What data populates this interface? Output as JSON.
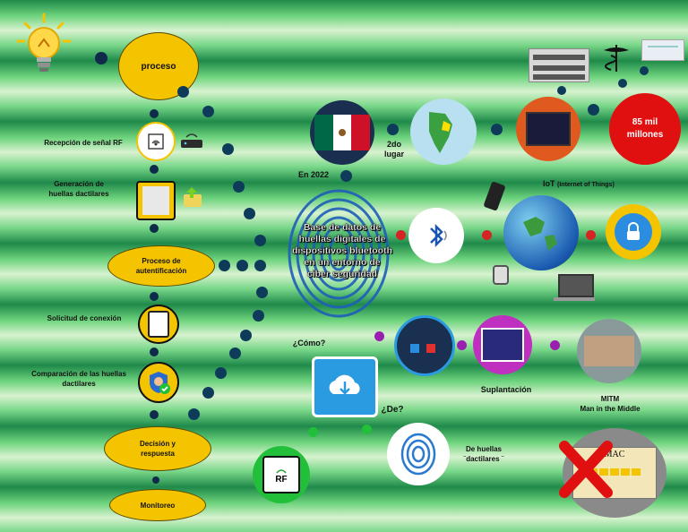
{
  "left_flow": {
    "proceso": "proceso",
    "recepcion": "Recepción de señal RF",
    "generacion": "Generación de huellas dactilares",
    "proceso_aut": "Proceso de autentificación",
    "solicitud": "Solicitud de conexión",
    "comparacion": "Comparación de las huellas dactilares",
    "decision": "Decisión y respuesta",
    "monitoreo": "Monitoreo"
  },
  "center": {
    "title": "Base de datos de huellas digitales de dispositivos bluetooth en un entorno de ciber seguridad",
    "en2022": "En 2022",
    "segundo_lugar": "2do lugar",
    "millones": "85 mil millones",
    "iot": "IoT",
    "iot_full": "(Internet of Things)",
    "como": "¿Cómo?",
    "de": "¿De?",
    "suplantacion": "Suplantación",
    "mitm": "MITM",
    "mitm_full": "Man in the Middle",
    "de_huellas": "De huellas ¨dactilares ¨",
    "rf_label": "RF",
    "mac_label": "MAC"
  },
  "colors": {
    "yellow": "#f5c400",
    "navy": "#0f2a4a",
    "red": "#e01010",
    "purple": "#9a1fb0",
    "green": "#22c03a"
  }
}
